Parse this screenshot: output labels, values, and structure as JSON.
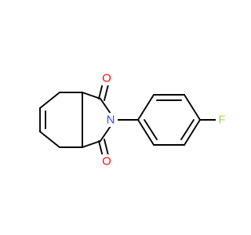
{
  "molecule": {
    "atoms": [
      {
        "id": "O1",
        "label": "O",
        "color": "#ff0d0d"
      },
      {
        "id": "N",
        "label": "N",
        "color": "#3050f8"
      },
      {
        "id": "O2",
        "label": "O",
        "color": "#ff0d0d"
      },
      {
        "id": "F",
        "label": "F",
        "color": "#90e050"
      }
    ],
    "bond_color": "#000000"
  }
}
